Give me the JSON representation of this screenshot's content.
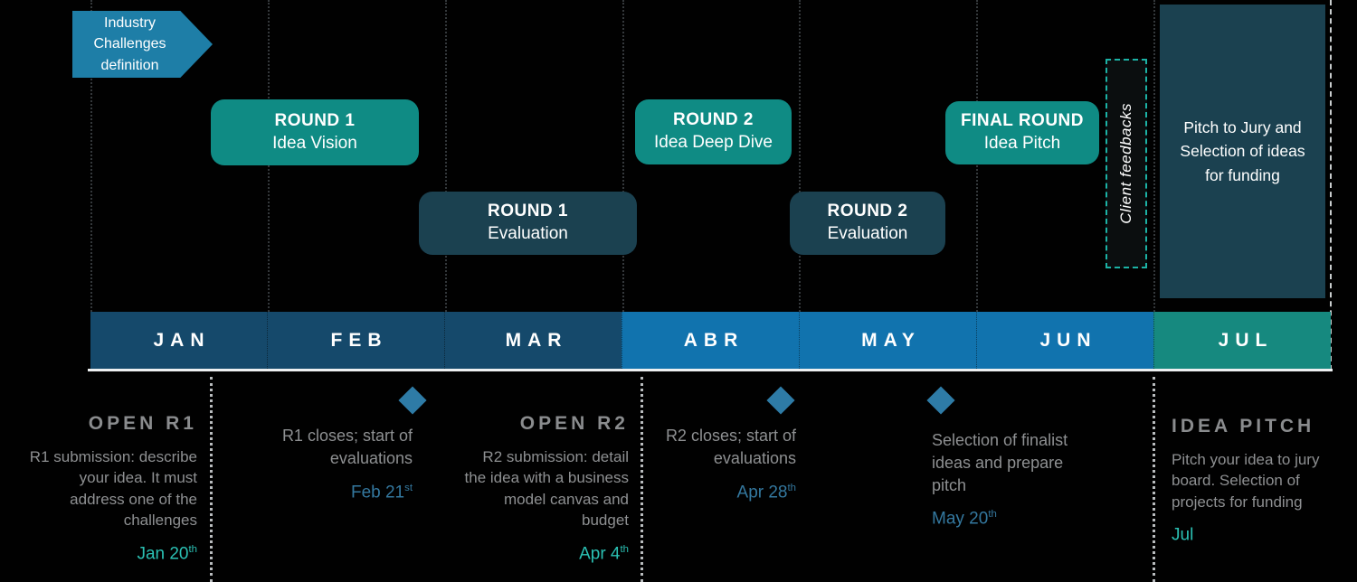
{
  "title": "Innovation challenge roadmap timeline",
  "colors": {
    "background": "#010101",
    "arrow_blue": "#1e7ea7",
    "round_box_teal": "#0f8b84",
    "round_box_dark": "#1b4150",
    "month_dark_blue": "#15496b",
    "month_bright_blue": "#1173ae",
    "month_teal": "#16897f",
    "date_teal": "#2bc1b4",
    "date_blue": "#34789f",
    "diamond_blue": "#2e7ba6",
    "client_feedback_dash": "#1cb2a5",
    "muted_gray_text": "#8e9092"
  },
  "top": {
    "challenge_arrow_label": "Industry Challenges definition",
    "rounds": [
      {
        "title": "ROUND 1",
        "subtitle": "Idea Vision",
        "variant": "teal"
      },
      {
        "title": "ROUND 1",
        "subtitle": "Evaluation",
        "variant": "dark"
      },
      {
        "title": "ROUND 2",
        "subtitle": "Idea Deep Dive",
        "variant": "teal"
      },
      {
        "title": "ROUND 2",
        "subtitle": "Evaluation",
        "variant": "dark"
      },
      {
        "title": "FINAL ROUND",
        "subtitle": "Idea Pitch",
        "variant": "teal"
      }
    ],
    "client_feedbacks_label": "Client feedbacks",
    "jury_box_label": "Pitch to Jury and Selection of ideas for funding"
  },
  "months": [
    {
      "label": "JAN",
      "variant": "dark-blue"
    },
    {
      "label": "FEB",
      "variant": "dark-blue"
    },
    {
      "label": "MAR",
      "variant": "dark-blue"
    },
    {
      "label": "ABR",
      "variant": "bright-blue"
    },
    {
      "label": "MAY",
      "variant": "bright-blue"
    },
    {
      "label": "JUN",
      "variant": "bright-blue"
    },
    {
      "label": "JUL",
      "variant": "teal"
    }
  ],
  "milestones": [
    {
      "heading": "OPEN R1",
      "body": "R1 submission: describe your idea. It must address one of the challenges",
      "date": "Jan 20",
      "date_suffix": "th",
      "date_color": "teal",
      "diamond": false
    },
    {
      "body": "R1 closes; start of evaluations",
      "date": "Feb 21",
      "date_suffix": "st",
      "date_color": "blue",
      "diamond": true
    },
    {
      "heading": "OPEN R2",
      "body": "R2 submission: detail the idea with a business model canvas and budget",
      "date": "Apr 4",
      "date_suffix": "th",
      "date_color": "teal",
      "diamond": false
    },
    {
      "body": "R2 closes; start of evaluations",
      "date": "Apr 28",
      "date_suffix": "th",
      "date_color": "blue",
      "diamond": true
    },
    {
      "body": "Selection of finalist ideas and prepare pitch",
      "date": "May 20",
      "date_suffix": "th",
      "date_color": "blue",
      "diamond": true
    },
    {
      "heading": "IDEA PITCH",
      "body": "Pitch your idea to jury board. Selection of projects for funding",
      "date": "Jul",
      "date_suffix": "",
      "date_color": "teal",
      "diamond": false
    }
  ]
}
